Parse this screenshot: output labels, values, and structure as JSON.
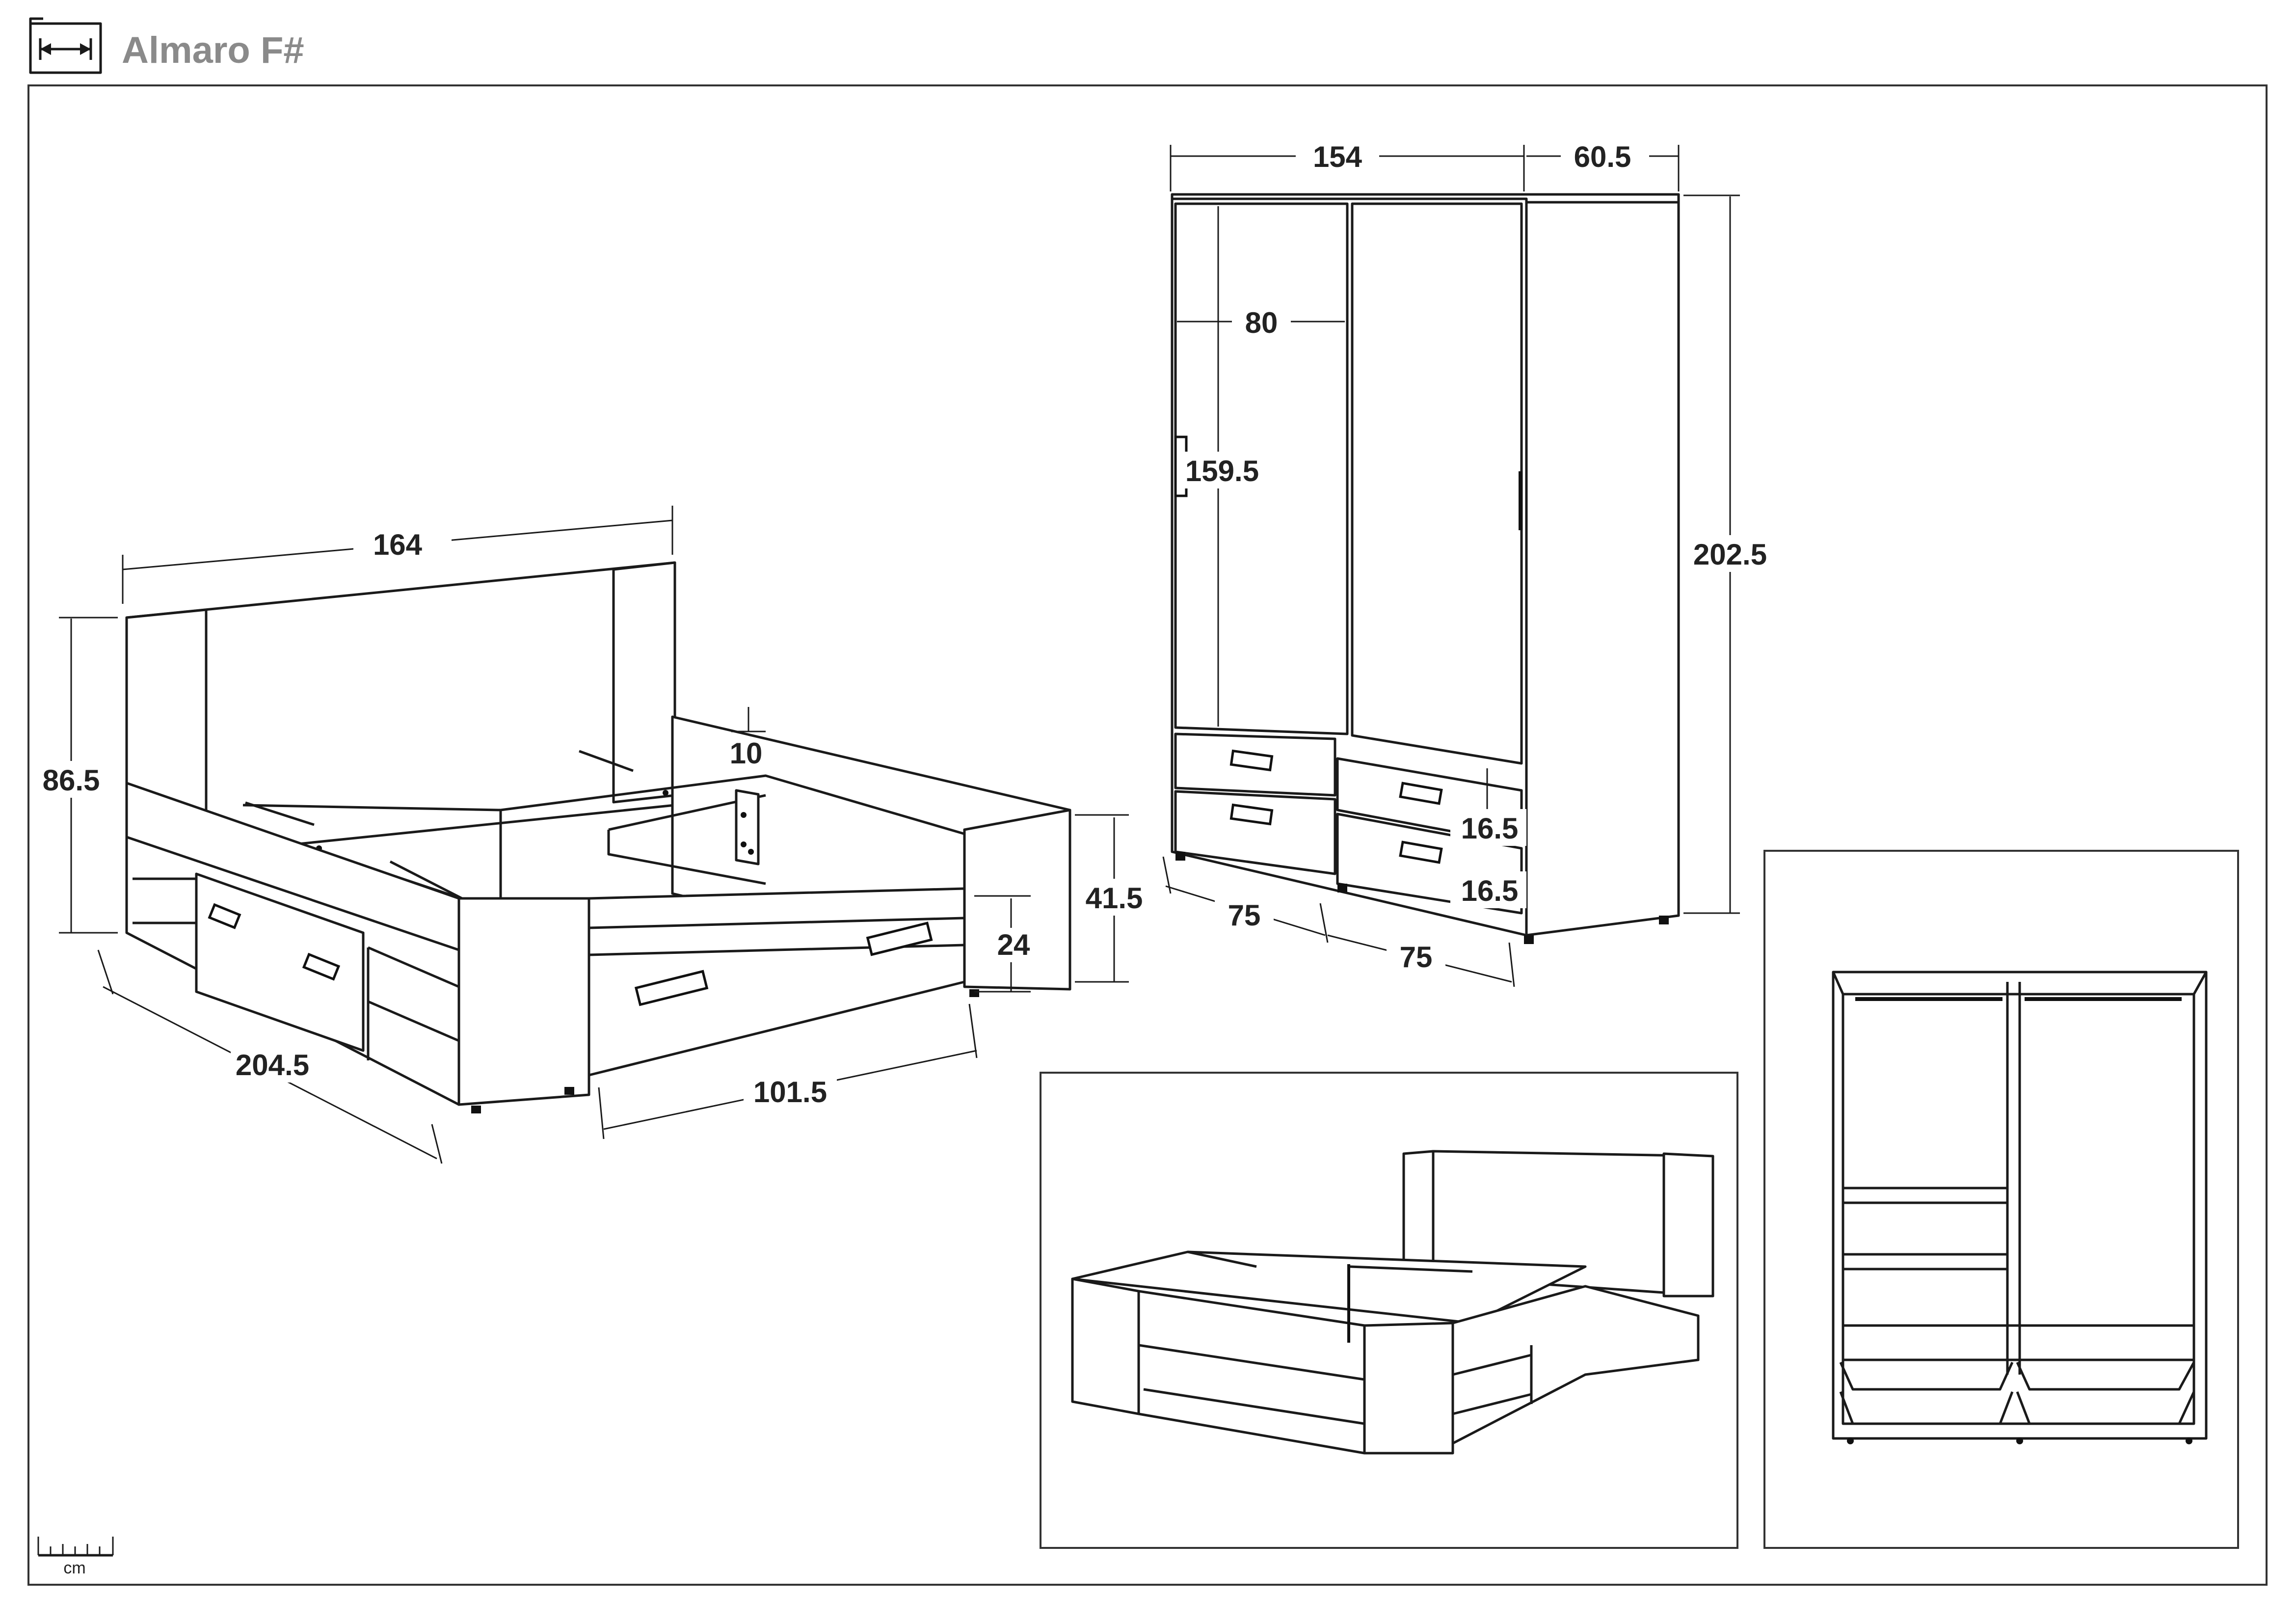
{
  "header": {
    "title": "Almaro F#",
    "icon": "dimension-icon"
  },
  "scale": {
    "unit": "cm",
    "icon": "ruler-icon"
  },
  "bed": {
    "width": "164",
    "headboard_height": "86.5",
    "length": "204.5",
    "drawer_width": "101.5",
    "frame_height": "41.5",
    "drawer_height": "24",
    "headboard_panel": "10"
  },
  "wardrobe": {
    "width": "154",
    "depth": "60.5",
    "height": "202.5",
    "door_width": "80",
    "door_height": "159.5",
    "drawer_height_upper": "16.5",
    "drawer_height_lower": "16.5",
    "drawer_width_left": "75",
    "drawer_width_right": "75"
  }
}
